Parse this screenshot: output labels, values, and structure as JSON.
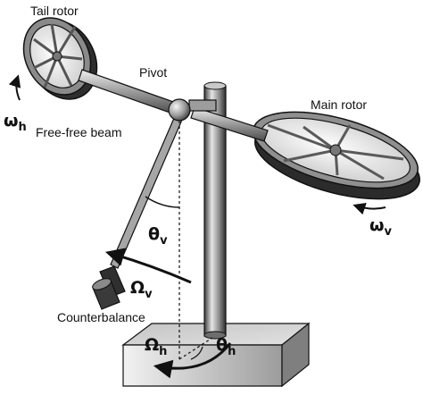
{
  "labels": {
    "tail_rotor": "Tail rotor",
    "pivot": "Pivot",
    "main_rotor": "Main rotor",
    "free_free_beam": "Free-free beam",
    "counterbalance": "Counterbalance"
  },
  "symbols": {
    "omega_h": {
      "base": "ω",
      "sub": "h"
    },
    "omega_v": {
      "base": "ω",
      "sub": "v"
    },
    "theta_v": {
      "base": "θ",
      "sub": "v"
    },
    "Omega_v": {
      "base": "Ω",
      "sub": "v"
    },
    "Omega_h": {
      "base": "Ω",
      "sub": "h"
    },
    "theta_h": {
      "base": "θ",
      "sub": "h"
    }
  },
  "colors": {
    "metal_dark": "#3a3a3a",
    "metal_mid": "#8c8c8c",
    "metal_light": "#d9d9d9",
    "base_top": "#d0d0d0",
    "base_front": "#a9a9a9",
    "stroke": "#111111"
  }
}
